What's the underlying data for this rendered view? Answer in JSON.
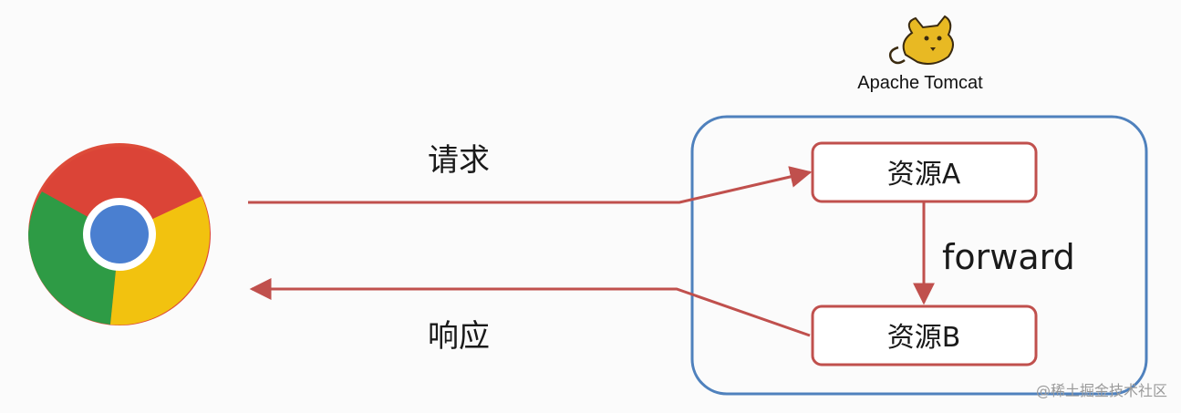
{
  "diagram": {
    "request_label": "请求",
    "response_label": "响应",
    "forward_label": "forward",
    "resource_a": "资源A",
    "resource_b": "资源B",
    "server_name": "Apache Tomcat",
    "watermark": "@稀土掘金技术社区"
  },
  "colors": {
    "arrow": "#c0504d",
    "container_border": "#4f81bd",
    "box_border": "#c0504d"
  },
  "icons": {
    "browser": "chrome-icon",
    "server": "tomcat-logo"
  }
}
